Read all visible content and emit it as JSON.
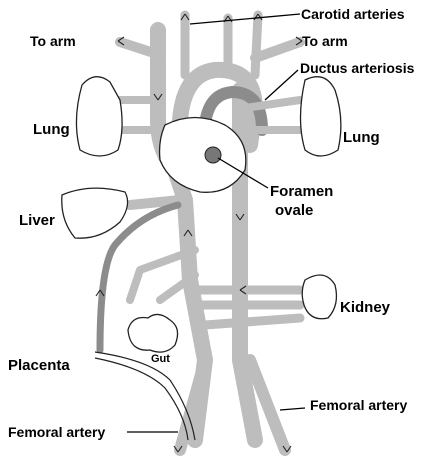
{
  "labels": {
    "carotid": "Carotid arteries",
    "to_arm_left": "To arm",
    "to_arm_right": "To arm",
    "ductus": "Ductus arteriosis",
    "lung_left": "Lung",
    "lung_right": "Lung",
    "foramen_line1": "Foramen",
    "foramen_line2": "ovale",
    "liver": "Liver",
    "kidney": "Kidney",
    "placenta": "Placenta",
    "gut": "Gut",
    "femoral_right": "Femoral artery",
    "femoral_left": "Femoral artery"
  }
}
